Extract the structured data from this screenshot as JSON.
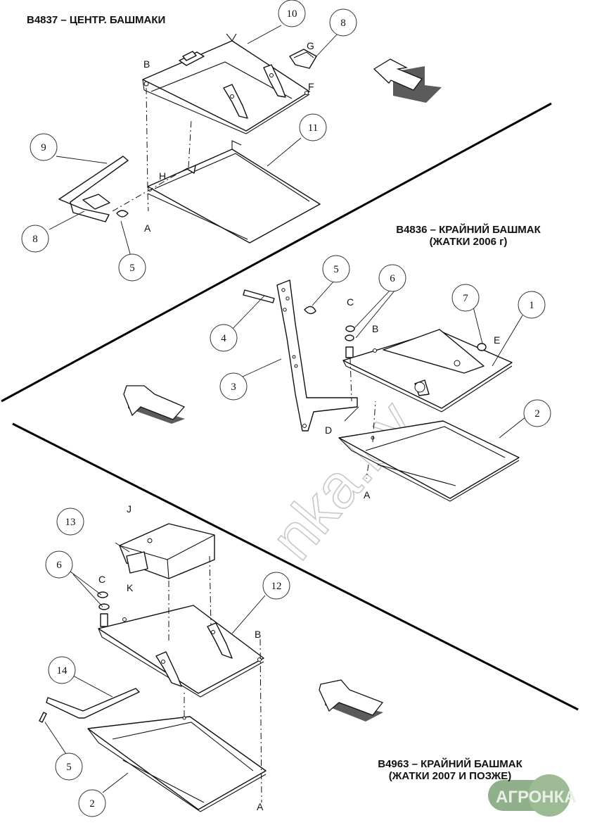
{
  "titles": {
    "center_shoes": "B4837 – ЦЕНТР. БАШМАКИ",
    "outer_shoe_2006_line1": "B4836 – КРАЙНИЙ БАШМАК",
    "outer_shoe_2006_line2": "(ЖАТКИ 2006 г)",
    "outer_shoe_2007_line1": "B4963 – КРАЙНИЙ БАШМАК",
    "outer_shoe_2007_line2": "(ЖАТКИ 2007 И ПОЗЖЕ)"
  },
  "callouts": {
    "c10": "10",
    "c8a": "8",
    "c9": "9",
    "c11": "11",
    "c8b": "8",
    "c5a": "5",
    "c5b": "5",
    "c6a": "6",
    "c7": "7",
    "c1": "1",
    "c4": "4",
    "c3": "3",
    "c2a": "2",
    "c13": "13",
    "c6b": "6",
    "c12": "12",
    "c14": "14",
    "c5c": "5",
    "c2b": "2"
  },
  "letters": {
    "top_B": "B",
    "top_G": "G",
    "top_F": "F",
    "top_H": "H",
    "top_A": "A",
    "mid_C": "C",
    "mid_B": "B",
    "mid_E": "E",
    "mid_D": "D",
    "mid_A": "A",
    "bot_J": "J",
    "bot_C": "C",
    "bot_K": "K",
    "bot_B": "B",
    "bot_A": "A"
  },
  "watermark": "nka.by",
  "logo": {
    "text": "АГРОНКА",
    "color": "#8fb08a"
  },
  "colors": {
    "line": "#111111",
    "background": "#ffffff"
  }
}
